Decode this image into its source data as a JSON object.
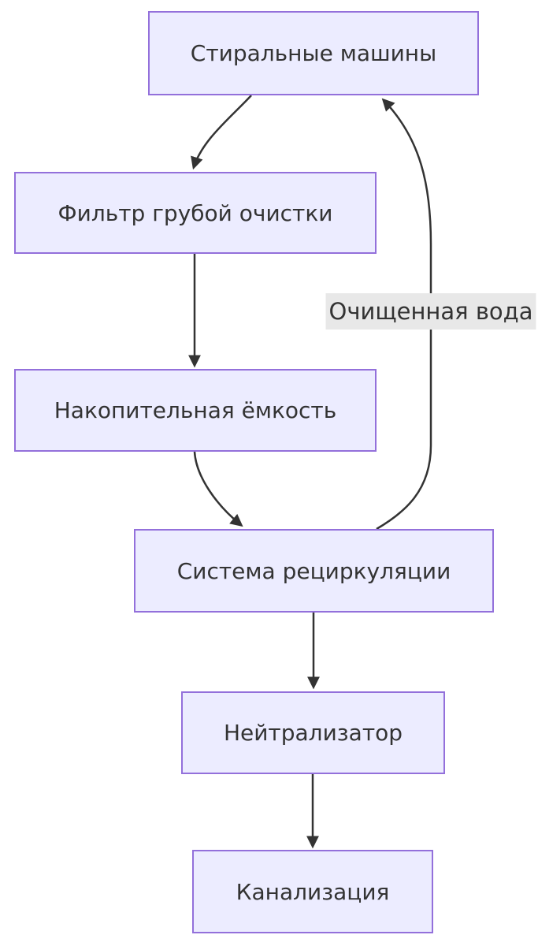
{
  "diagram": {
    "type": "flowchart",
    "direction": "top-to-bottom",
    "nodes": [
      {
        "label": "Стиральные машины"
      },
      {
        "label": "Фильтр грубой очистки"
      },
      {
        "label": "Накопительная ёмкость"
      },
      {
        "label": "Система рециркуляции"
      },
      {
        "label": "Нейтрализатор"
      },
      {
        "label": "Канализация"
      }
    ],
    "edges": [
      {
        "from": "Стиральные машины",
        "to": "Фильтр грубой очистки",
        "label": ""
      },
      {
        "from": "Фильтр грубой очистки",
        "to": "Накопительная ёмкость",
        "label": ""
      },
      {
        "from": "Накопительная ёмкость",
        "to": "Система рециркуляции",
        "label": ""
      },
      {
        "from": "Система рециркуляции",
        "to": "Стиральные машины",
        "label": "Очищенная вода"
      },
      {
        "from": "Система рециркуляции",
        "to": "Нейтрализатор",
        "label": ""
      },
      {
        "from": "Нейтрализатор",
        "to": "Канализация",
        "label": ""
      }
    ],
    "colors": {
      "node_fill": "#ECECFF",
      "node_border": "#9370DB",
      "edge_stroke": "#333333",
      "edge_label_background": "#E8E8E8",
      "text": "#333333",
      "page_background": "#FFFFFF"
    }
  }
}
